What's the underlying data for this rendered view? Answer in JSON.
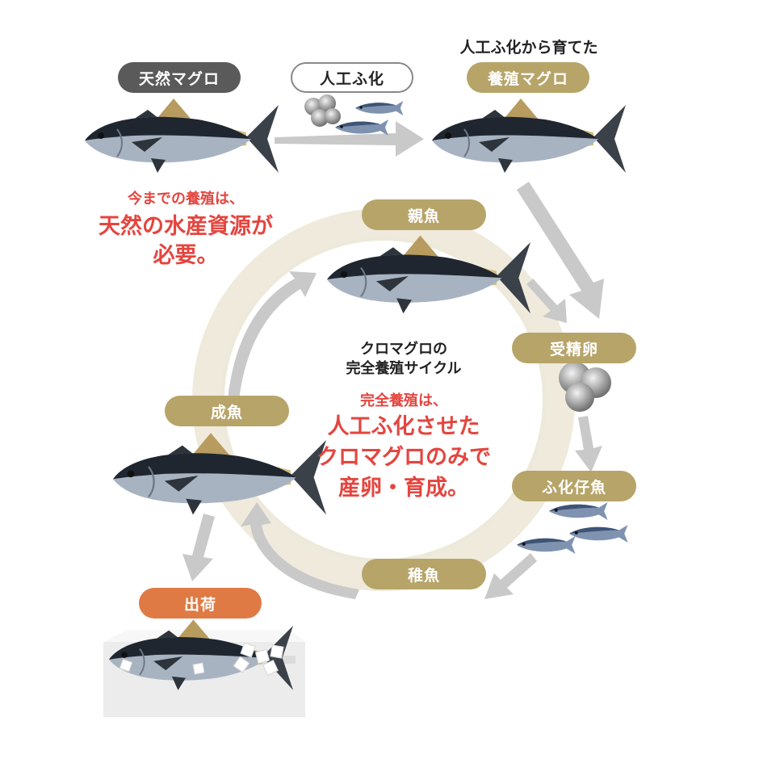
{
  "top": {
    "wild_label": "天然マグロ",
    "artificial_label": "人工ふ化",
    "farmed_caption": "人工ふ化から育てた",
    "farmed_label": "養殖マグロ"
  },
  "left_note": {
    "line1": "今までの養殖は、",
    "line2": "天然の水産資源が",
    "line3": "必要。"
  },
  "cycle": {
    "title_line1": "クロマグロの",
    "title_line2": "完全養殖サイクル",
    "note_line1": "完全養殖は、",
    "note_line2": "人工ふ化させた",
    "note_line3": "クロマグロのみで",
    "note_line4": "産卵・育成。",
    "stages": {
      "parent": "親魚",
      "fertilized_egg": "受精卵",
      "hatchling": "ふ化仔魚",
      "juvenile": "稚魚",
      "adult": "成魚",
      "shipment": "出荷"
    }
  },
  "colors": {
    "gray_pill": "#5a5a5a",
    "gold_pill": "#b7a469",
    "orange_pill": "#e07a45",
    "red_text": "#e4453f",
    "arrow": "#c9c9c9",
    "ring": "#e6e0cc"
  }
}
